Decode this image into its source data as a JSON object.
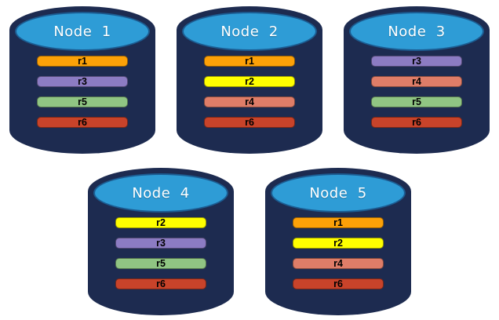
{
  "diagram": {
    "description": "Five database node cylinders holding colored replica bars",
    "background_color": "#ffffff",
    "node_body_color": "#1d2b50",
    "node_top_color": "#2e9cd6",
    "node_top_border_color": "#1c5c91",
    "node_title_color": "#ffffff",
    "bar_label_color": "#000000",
    "replica_colors": {
      "r1": "#fca108",
      "r2": "#ffff00",
      "r3": "#8c7cc3",
      "r4": "#df7d68",
      "r5": "#90c583",
      "r6": "#c8432a"
    },
    "rows": [
      {
        "nodes": [
          {
            "title": "Node  1",
            "replicas": [
              "r1",
              "r3",
              "r5",
              "r6"
            ]
          },
          {
            "title": "Node  2",
            "replicas": [
              "r1",
              "r2",
              "r4",
              "r6"
            ]
          },
          {
            "title": "Node  3",
            "replicas": [
              "r3",
              "r4",
              "r5",
              "r6"
            ]
          }
        ]
      },
      {
        "nodes": [
          {
            "title": "Node  4",
            "replicas": [
              "r2",
              "r3",
              "r5",
              "r6"
            ]
          },
          {
            "title": "Node  5",
            "replicas": [
              "r1",
              "r2",
              "r4",
              "r6"
            ]
          }
        ]
      }
    ]
  }
}
